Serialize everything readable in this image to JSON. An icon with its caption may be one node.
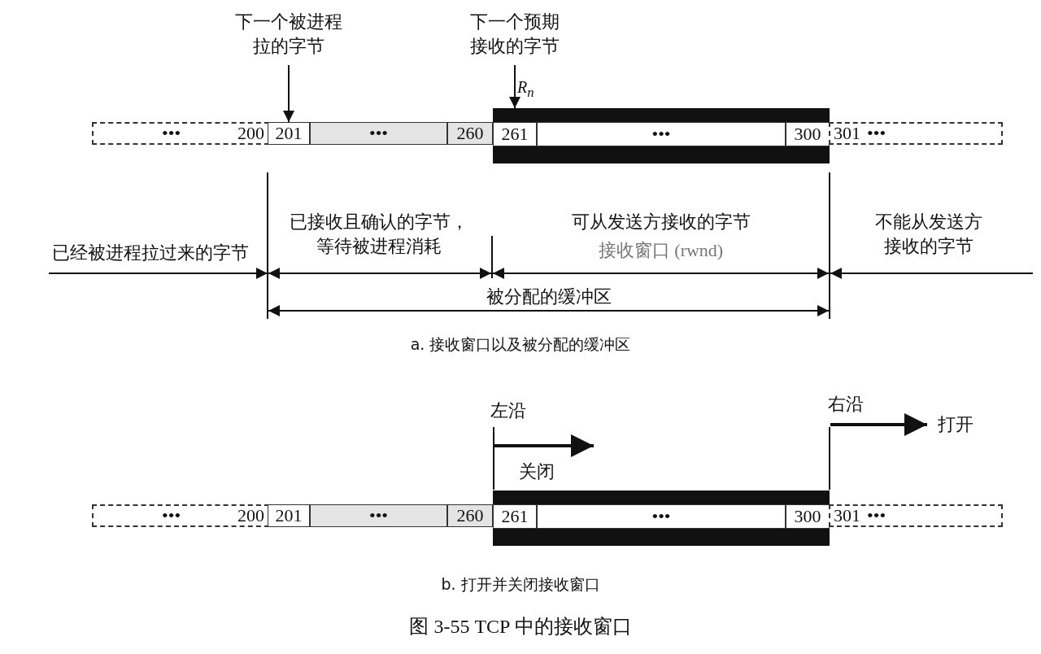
{
  "diagram": {
    "caption": "图 3-55 TCP 中的接收窗口",
    "nodes": [
      {
        "text": [
          "下一个被进程拉的字节"
        ]
      },
      {
        "text": [
          "下一个预期接收的字节"
        ]
      },
      {
        "text": [
          "•••",
          "200"
        ]
      },
      {
        "text": [
          "201"
        ]
      },
      {
        "text": [
          "•••"
        ]
      },
      {
        "text": [
          "260"
        ]
      },
      {
        "text": [],
        "shape": "box"
      },
      {
        "text": [
          "261"
        ],
        "in": 6
      },
      {
        "text": [
          "•••"
        ],
        "in": 6
      },
      {
        "text": [
          "300"
        ],
        "in": 6
      },
      {
        "text": [
          "301",
          "•••"
        ]
      },
      {
        "text": [
          "•••",
          "200"
        ]
      },
      {
        "text": [
          "201"
        ]
      },
      {
        "text": [
          "•••"
        ]
      },
      {
        "text": [
          "260"
        ]
      },
      {
        "text": [],
        "shape": "box"
      },
      {
        "text": [
          "261"
        ],
        "in": 15
      },
      {
        "text": [
          "•••"
        ],
        "in": 15
      },
      {
        "text": [
          "300"
        ],
        "in": 15
      },
      {
        "text": [
          "301",
          "•••"
        ]
      }
    ],
    "edges": [
      {
        "from": 0,
        "to": 3,
        "arrow": "to"
      },
      {
        "from": 1,
        "to": 7,
        "arrow": "to"
      }
    ],
    "labels": [
      "R$_{n}$",
      "已经被进程拉过来的字节",
      "已接收且确认的字节，等待被进程消耗",
      "可从发送方接收的字节",
      "接收窗口 (rwnd)",
      "不能从发送方接收的字节",
      "被分配的缓冲区",
      "a. 接收窗口以及被分配的缓冲区",
      "左沿",
      "右沿",
      "关闭",
      "打开",
      "b. 打开并关闭接收窗口"
    ]
  }
}
